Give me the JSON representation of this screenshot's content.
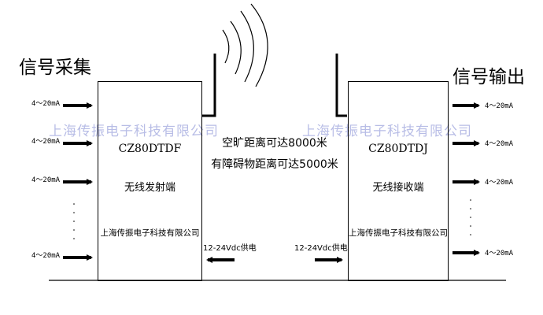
{
  "headings": {
    "signal_acquisition": "信号采集",
    "signal_output": "信号输出"
  },
  "transmitter": {
    "model": "CZ80DTDF",
    "name": "无线发射端",
    "company": "上海传振电子科技有限公司",
    "power": "12-24Vdc供电"
  },
  "receiver": {
    "model": "CZ80DTDJ",
    "name": "无线接收端",
    "company": "上海传振电子科技有限公司",
    "power": "12-24Vdc供电"
  },
  "range": {
    "open": "空旷距离可达8000米",
    "obstructed": "有障碍物距离可达5000米"
  },
  "signal_label": "4～20mA",
  "watermark": {
    "left": "上海传振电子科技有限公司",
    "right": "上海传振电子科技有限公司"
  },
  "colors": {
    "watermark": "#b8bde6",
    "line": "#000000"
  }
}
